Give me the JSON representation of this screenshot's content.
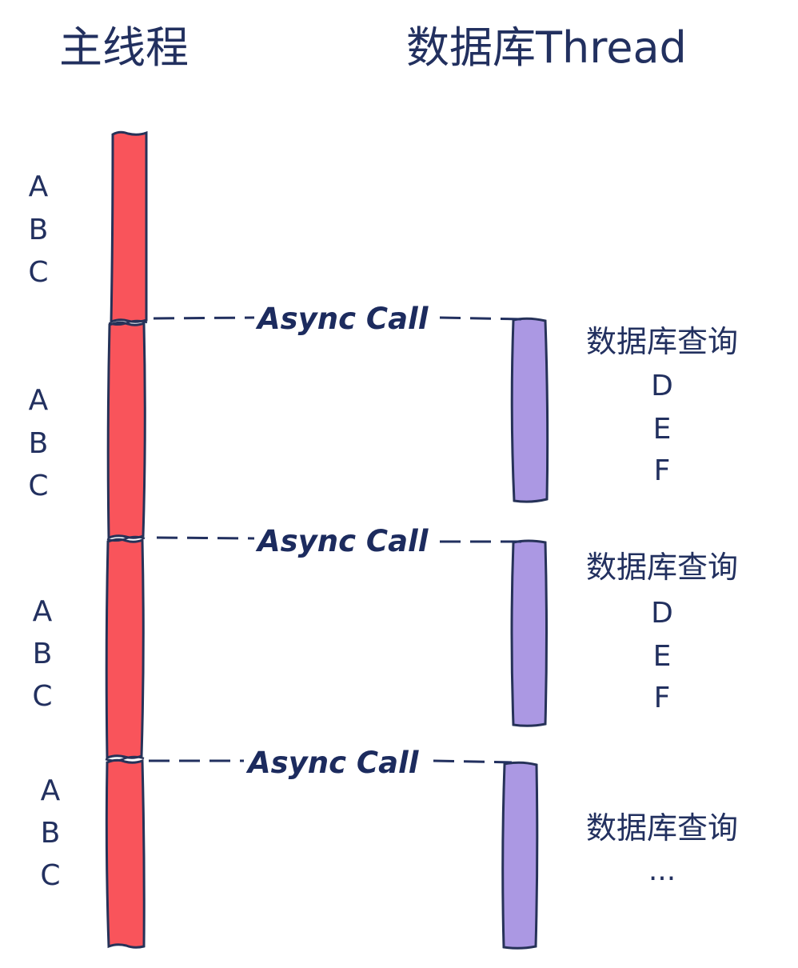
{
  "headers": {
    "main_thread": "主线程",
    "db_thread": "数据库Thread"
  },
  "main_steps": [
    [
      "A",
      "B",
      "C"
    ],
    [
      "A",
      "B",
      "C"
    ],
    [
      "A",
      "B",
      "C"
    ],
    [
      "A",
      "B",
      "C"
    ]
  ],
  "async_calls": [
    "Async Call",
    "Async Call",
    "Async Call"
  ],
  "db_blocks": [
    {
      "label": "数据库查询",
      "items": [
        "D",
        "E",
        "F"
      ]
    },
    {
      "label": "数据库查询",
      "items": [
        "D",
        "E",
        "F"
      ]
    },
    {
      "label": "数据库查询",
      "items": [
        "..."
      ]
    }
  ],
  "colors": {
    "main_thread_bar": "#f9545b",
    "db_thread_bar": "#ab98e3",
    "ink": "#22305f"
  }
}
